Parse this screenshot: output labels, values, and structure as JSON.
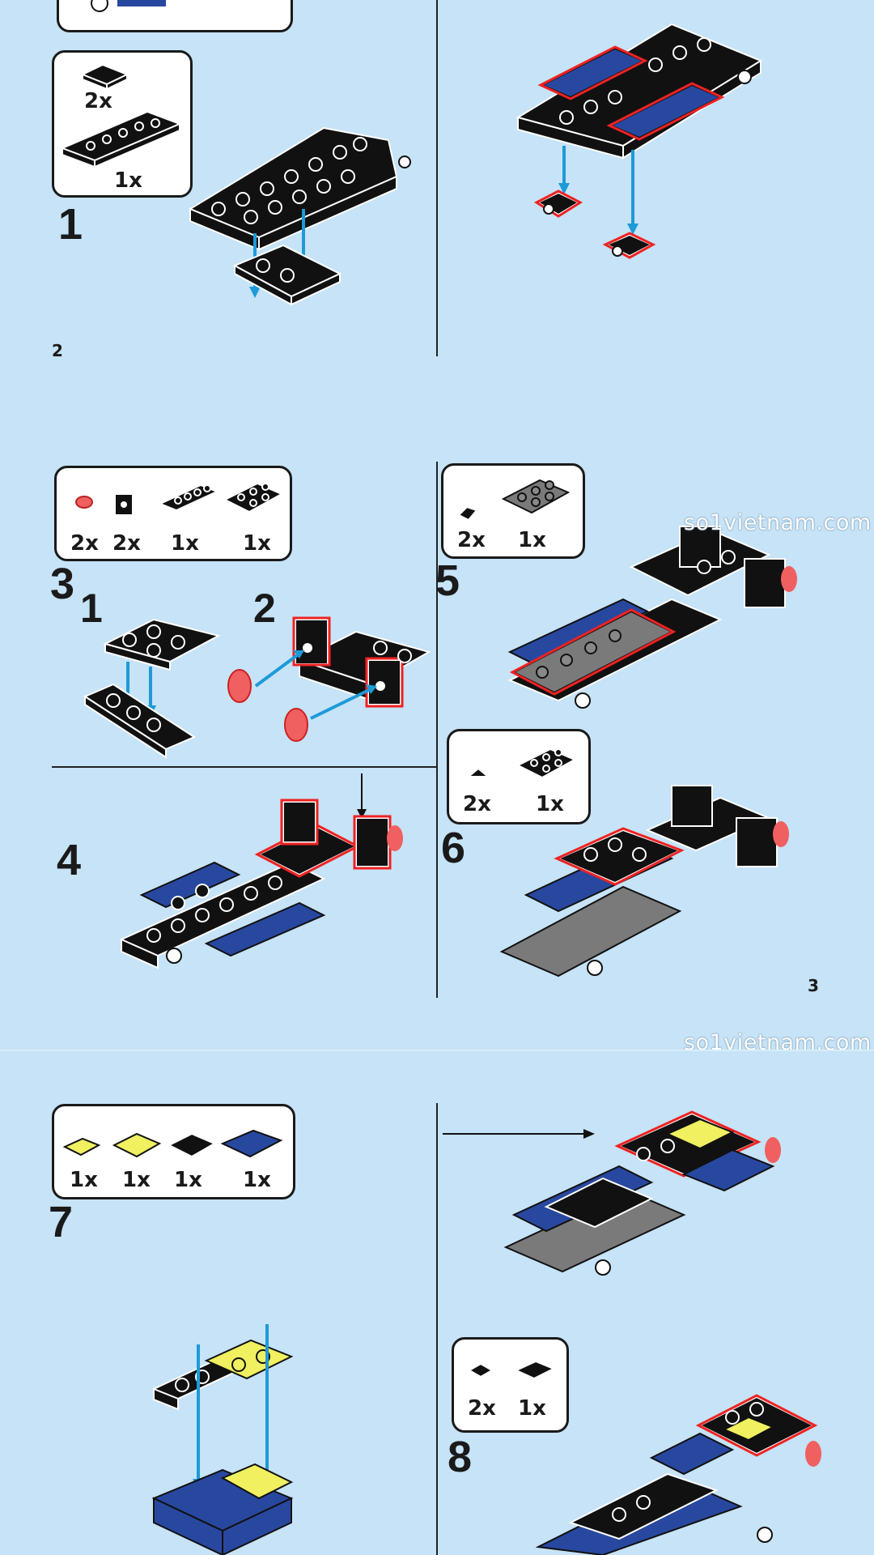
{
  "pages": [
    {
      "page_number": "2",
      "steps": [
        {
          "number": "1",
          "parts": [
            {
              "qty": "2x"
            },
            {
              "qty": "1x"
            }
          ]
        }
      ]
    },
    {
      "page_number": "3",
      "steps": [
        {
          "number": "3",
          "parts": [
            {
              "qty": "2x"
            },
            {
              "qty": "2x"
            },
            {
              "qty": "1x"
            },
            {
              "qty": "1x"
            }
          ],
          "substeps": [
            "1",
            "2"
          ]
        },
        {
          "number": "4"
        },
        {
          "number": "5",
          "parts": [
            {
              "qty": "2x"
            },
            {
              "qty": "1x"
            }
          ]
        },
        {
          "number": "6",
          "parts": [
            {
              "qty": "2x"
            },
            {
              "qty": "1x"
            }
          ]
        }
      ]
    },
    {
      "steps": [
        {
          "number": "7",
          "parts": [
            {
              "qty": "1x"
            },
            {
              "qty": "1x"
            },
            {
              "qty": "1x"
            },
            {
              "qty": "1x"
            }
          ]
        },
        {
          "number": "8",
          "parts": [
            {
              "qty": "2x"
            },
            {
              "qty": "1x"
            }
          ]
        }
      ]
    }
  ],
  "watermark": "so1vietnam.com",
  "colors": {
    "background": "#c6e3f7",
    "brick_black": "#111111",
    "brick_blue": "#2848a0",
    "brick_gray": "#7a7a7a",
    "brick_yellow": "#f0f060",
    "highlight_red": "#e22222",
    "arrow_blue": "#1e9ad8"
  }
}
